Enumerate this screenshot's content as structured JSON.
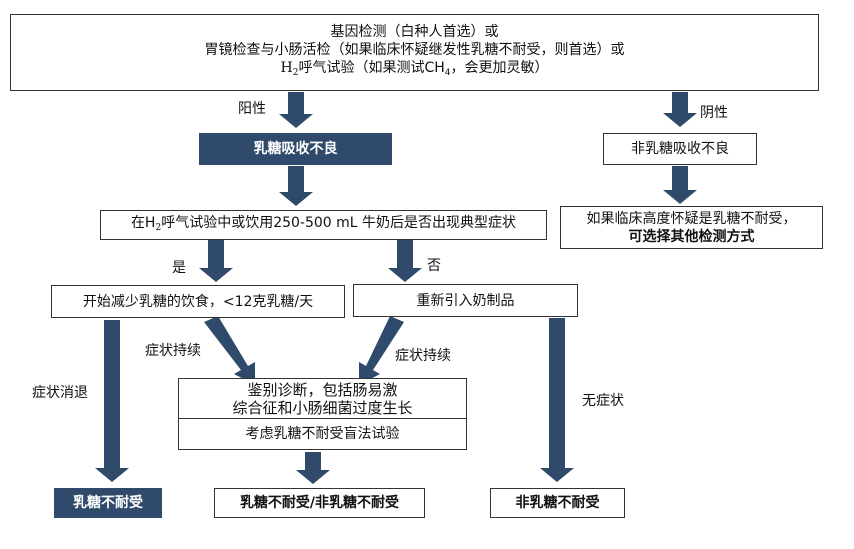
{
  "top_box": {
    "line1": "基因检测（白种人首选）或",
    "line2": "胃镜检查与小肠活检（如果临床怀疑继发性乳糖不耐受，则首选）或",
    "line3_pre": "H",
    "line3_sub": "2",
    "line3_mid": "呼气试验（如果测试CH",
    "line3_sub2": "4",
    "line3_post": "，会更加灵敏）"
  },
  "label_positive": "阳性",
  "label_negative": "阴性",
  "malabsorption": "乳糖吸收不良",
  "non_malabsorption": "非乳糖吸收不良",
  "other_tests": {
    "line1": "如果临床高度怀疑是乳糖不耐受，",
    "line2": "可选择其他检测方式"
  },
  "symptom_question": {
    "pre": "在H",
    "sub": "2",
    "post": "呼气试验中或饮用250-500 mL 牛奶后是否出现典型症状"
  },
  "label_yes": "是",
  "label_no": "否",
  "reduce_lactose": "开始减少乳糖的饮食，<12克乳糖/天",
  "reintroduce_dairy": "重新引入奶制品",
  "label_symptoms_persist_left": "症状持续",
  "label_symptoms_persist_right": "症状持续",
  "label_symptoms_resolved": "症状消退",
  "label_no_symptoms": "无症状",
  "differential": {
    "line1": "鉴别诊断，包括肠易激",
    "line2": "综合征和小肠细菌过度生长"
  },
  "blind_trial": "考虑乳糖不耐受盲法试验",
  "result_intolerance": "乳糖不耐受",
  "result_either": "乳糖不耐受/非乳糖不耐受",
  "result_non_intolerance": "非乳糖不耐受",
  "colors": {
    "arrow": "#2f4a6b",
    "dark_box": "#2f4a6b",
    "border": "#333333"
  }
}
